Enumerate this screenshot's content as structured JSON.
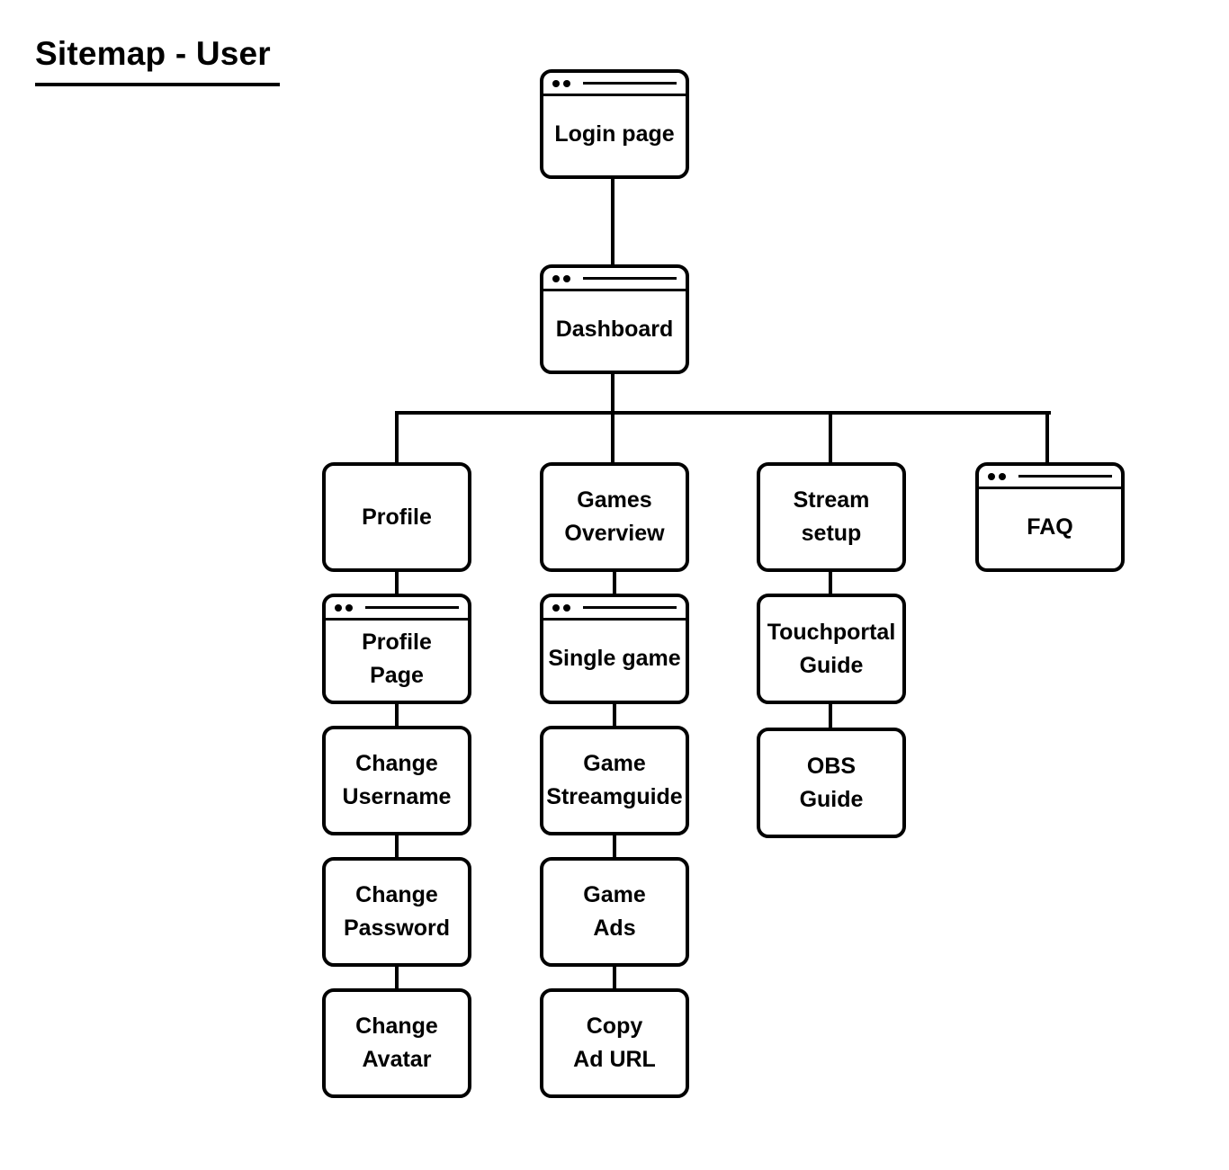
{
  "title": "Sitemap - User",
  "nodes": {
    "login": {
      "lines": [
        "Login page"
      ],
      "type": "window"
    },
    "dashboard": {
      "lines": [
        "Dashboard"
      ],
      "type": "window"
    },
    "profile": {
      "lines": [
        "Profile"
      ],
      "type": "box"
    },
    "games_overview": {
      "lines": [
        "Games",
        "Overview"
      ],
      "type": "box"
    },
    "stream_setup": {
      "lines": [
        "Stream",
        "setup"
      ],
      "type": "box"
    },
    "faq": {
      "lines": [
        "FAQ"
      ],
      "type": "window"
    },
    "profile_page": {
      "lines": [
        "Profile",
        "Page"
      ],
      "type": "window"
    },
    "change_username": {
      "lines": [
        "Change",
        "Username"
      ],
      "type": "box"
    },
    "change_password": {
      "lines": [
        "Change",
        "Password"
      ],
      "type": "box"
    },
    "change_avatar": {
      "lines": [
        "Change",
        "Avatar"
      ],
      "type": "box"
    },
    "single_game": {
      "lines": [
        "Single game"
      ],
      "type": "window"
    },
    "game_streamguide": {
      "lines": [
        "Game",
        "Streamguide"
      ],
      "type": "box"
    },
    "game_ads": {
      "lines": [
        "Game",
        "Ads"
      ],
      "type": "box"
    },
    "copy_ad_url": {
      "lines": [
        "Copy",
        "Ad URL"
      ],
      "type": "box"
    },
    "touchportal_guide": {
      "lines": [
        "Touchportal",
        "Guide"
      ],
      "type": "box"
    },
    "obs_guide": {
      "lines": [
        "OBS",
        "Guide"
      ],
      "type": "box"
    }
  }
}
